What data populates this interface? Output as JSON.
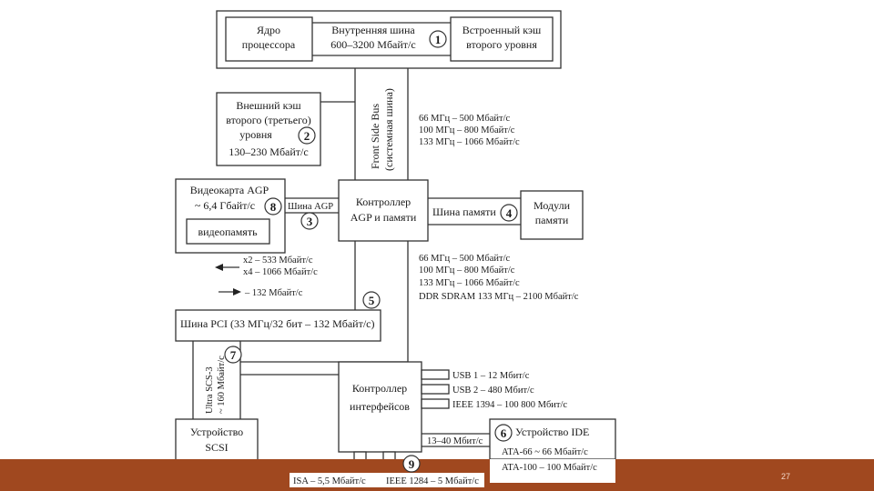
{
  "slide": {
    "page_number": "27",
    "colors": {
      "footer": "#a0481f",
      "line": "#333333",
      "text": "#1a1a1a"
    }
  },
  "diagram": {
    "core": [
      "Ядро",
      "процессора"
    ],
    "internal_bus": [
      "Внутренняя шина",
      "600–3200 Мбайт/с"
    ],
    "embedded_cache": [
      "Встроенный кэш",
      "второго уровня"
    ],
    "external_cache": [
      "Внешний кэш",
      "второго (третьего)",
      "уровня",
      "130–230 Мбайт/с"
    ],
    "fsb": [
      "Front Side Bus",
      "(системная шина)"
    ],
    "fsb_rates": [
      "66  МГц – 500   Мбайт/с",
      "100 МГц – 800   Мбайт/с",
      "133 МГц – 1066 Мбайт/с"
    ],
    "video_card": [
      "Видеокарта AGP",
      "~ 6,4 Гбайт/с"
    ],
    "video_memory": "видеопамять",
    "agp_bus": "Шина AGP",
    "agp_controller": [
      "Контроллер",
      "AGP и памяти"
    ],
    "memory_bus": "Шина памяти",
    "memory_modules": [
      "Модули",
      "памяти"
    ],
    "agp_rates": [
      "x2 – 533   Мбайт/с",
      "x4 – 1066 Мбайт/с"
    ],
    "pci_rate": "– 132 Мбайт/с",
    "mem_rates": [
      "66   МГц – 500   Мбайт/с",
      "100 МГц – 800   Мбайт/с",
      "133 МГц – 1066 Мбайт/с",
      "DDR SDRAM 133 МГц – 2100 Мбайт/с"
    ],
    "pci_bus": "Шина PCI (33 МГц/32 бит – 132 Мбайт/с)",
    "ultra_scsi": [
      "Ultra SCS-3",
      "~ 160 Мбайт/с"
    ],
    "interface_controller": [
      "Контроллер",
      "интерфейсов"
    ],
    "usb_rates": [
      "USB 1 – 12 Мбит/с",
      "USB 2 – 480 Мбит/с",
      "IEEE 1394 – 100  800 Мбит/с"
    ],
    "scsi_device": [
      "Устройство",
      "SCSI"
    ],
    "ide_device": "Устройство IDE",
    "ide_link": "13–40 Мбит/с",
    "ide_rates": [
      "ATA-66   ~   66 Мбайт/с",
      "ATA-100 – 100 Мбайт/с"
    ],
    "isa": "ISA – 5,5 Мбайт/с",
    "ieee1284": "IEEE 1284 – 5 Мбайт/с",
    "numbers": [
      "1",
      "2",
      "3",
      "4",
      "5",
      "6",
      "7",
      "8",
      "9"
    ]
  }
}
